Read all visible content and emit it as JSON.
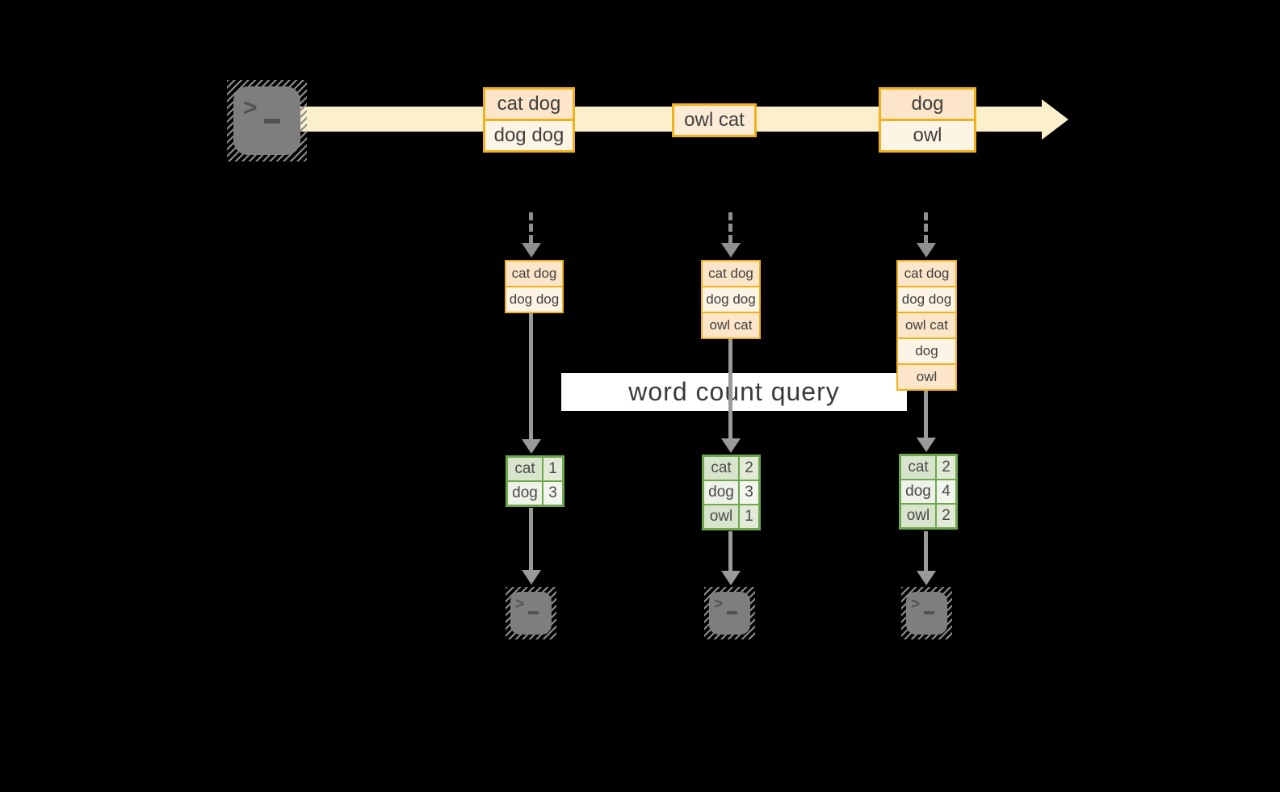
{
  "diagram": {
    "query_label": "word count query",
    "icon_glyph": ">",
    "source": {
      "icon": "terminal-icon"
    },
    "stream_events": [
      {
        "rows": [
          "cat dog",
          "dog dog"
        ]
      },
      {
        "rows": [
          "owl cat"
        ]
      },
      {
        "rows": [
          "dog",
          "owl"
        ]
      }
    ],
    "state_snapshots": [
      {
        "rows": [
          "cat dog",
          "dog dog"
        ]
      },
      {
        "rows": [
          "cat dog",
          "dog dog",
          "owl cat"
        ]
      },
      {
        "rows": [
          "cat dog",
          "dog dog",
          "owl cat",
          "dog",
          "owl"
        ]
      }
    ],
    "count_tables": [
      {
        "rows": [
          [
            "cat",
            "1"
          ],
          [
            "dog",
            "3"
          ]
        ]
      },
      {
        "rows": [
          [
            "cat",
            "2"
          ],
          [
            "dog",
            "3"
          ],
          [
            "owl",
            "1"
          ]
        ]
      },
      {
        "rows": [
          [
            "cat",
            "2"
          ],
          [
            "dog",
            "4"
          ],
          [
            "owl",
            "2"
          ]
        ]
      }
    ],
    "sinks": [
      {
        "icon": "terminal-icon"
      },
      {
        "icon": "terminal-icon"
      },
      {
        "icon": "terminal-icon"
      }
    ],
    "colors": {
      "background": "#000000",
      "timeline": "#FBF0CB",
      "amber_border": "#F0B11C",
      "peach_fill": "#FCE5C8",
      "cream_fill": "#FDF4E5",
      "owlcat_fill": "#FCECD5",
      "green_border": "#6EA84E",
      "green_cell_dark": "#D8E4CB",
      "green_cell_light": "#EEF2E9",
      "arrow_gray": "#939393",
      "label_bg": "#FFFFFF",
      "text": "#3F3F3F"
    }
  }
}
